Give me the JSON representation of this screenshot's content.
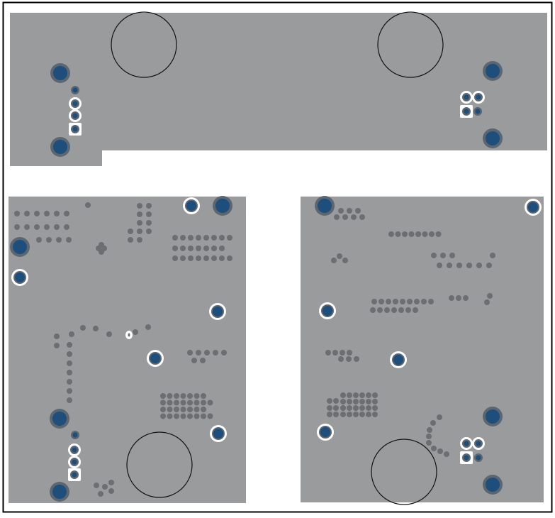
{
  "colors": {
    "background": "#ffffff",
    "outline": "#000000",
    "copper": "#9a9b9d",
    "via": "#6d6e72",
    "pad": "#1d4e7c",
    "pad_ring": "#5c6670",
    "clearance": "#ffffff"
  },
  "layers": [
    "board-outline",
    "copper-pour",
    "vias",
    "pads",
    "mounting-circles"
  ]
}
